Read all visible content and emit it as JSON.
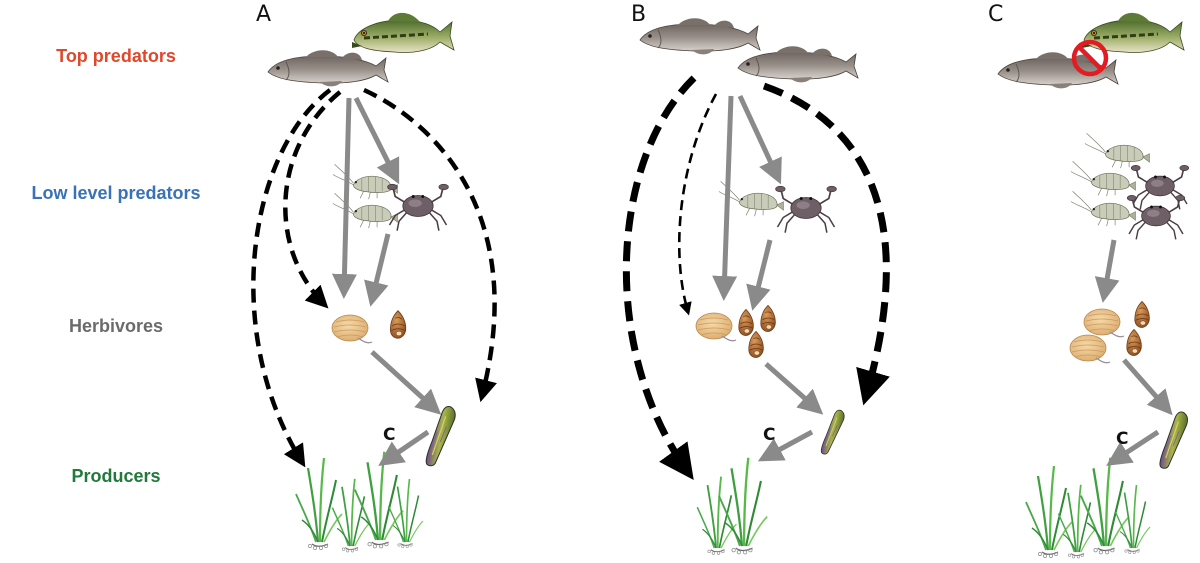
{
  "levels": {
    "top_predators": "Top predators",
    "low_level_predators": "Low level predators",
    "herbivores": "Herbivores",
    "producers": "Producers"
  },
  "panels": {
    "a": {
      "letter": "A",
      "c_label": "C"
    },
    "b": {
      "letter": "B",
      "c_label": "C"
    },
    "c": {
      "letter": "C",
      "c_label": "C"
    }
  },
  "colors": {
    "top_predators": "#e0472b",
    "low_level_predators": "#3a72b8",
    "herbivores": "#6b6b6b",
    "producers": "#217a3c",
    "direct_arrow": "#8a8a8a",
    "indirect_arrow": "#000000",
    "no_symbol": "#e31b23"
  },
  "icons": {
    "top_predator_fish": "cod-fish-icon",
    "top_predator_bass": "bass-fish-icon",
    "low_predator_shrimp": "shrimp-icon",
    "low_predator_crab": "crab-icon",
    "herbivore_isopod": "isopod-icon",
    "herbivore_snail": "snail-icon",
    "epiphyte": "algae-blade-icon",
    "producer": "seagrass-icon",
    "removed": "prohibited-icon"
  }
}
